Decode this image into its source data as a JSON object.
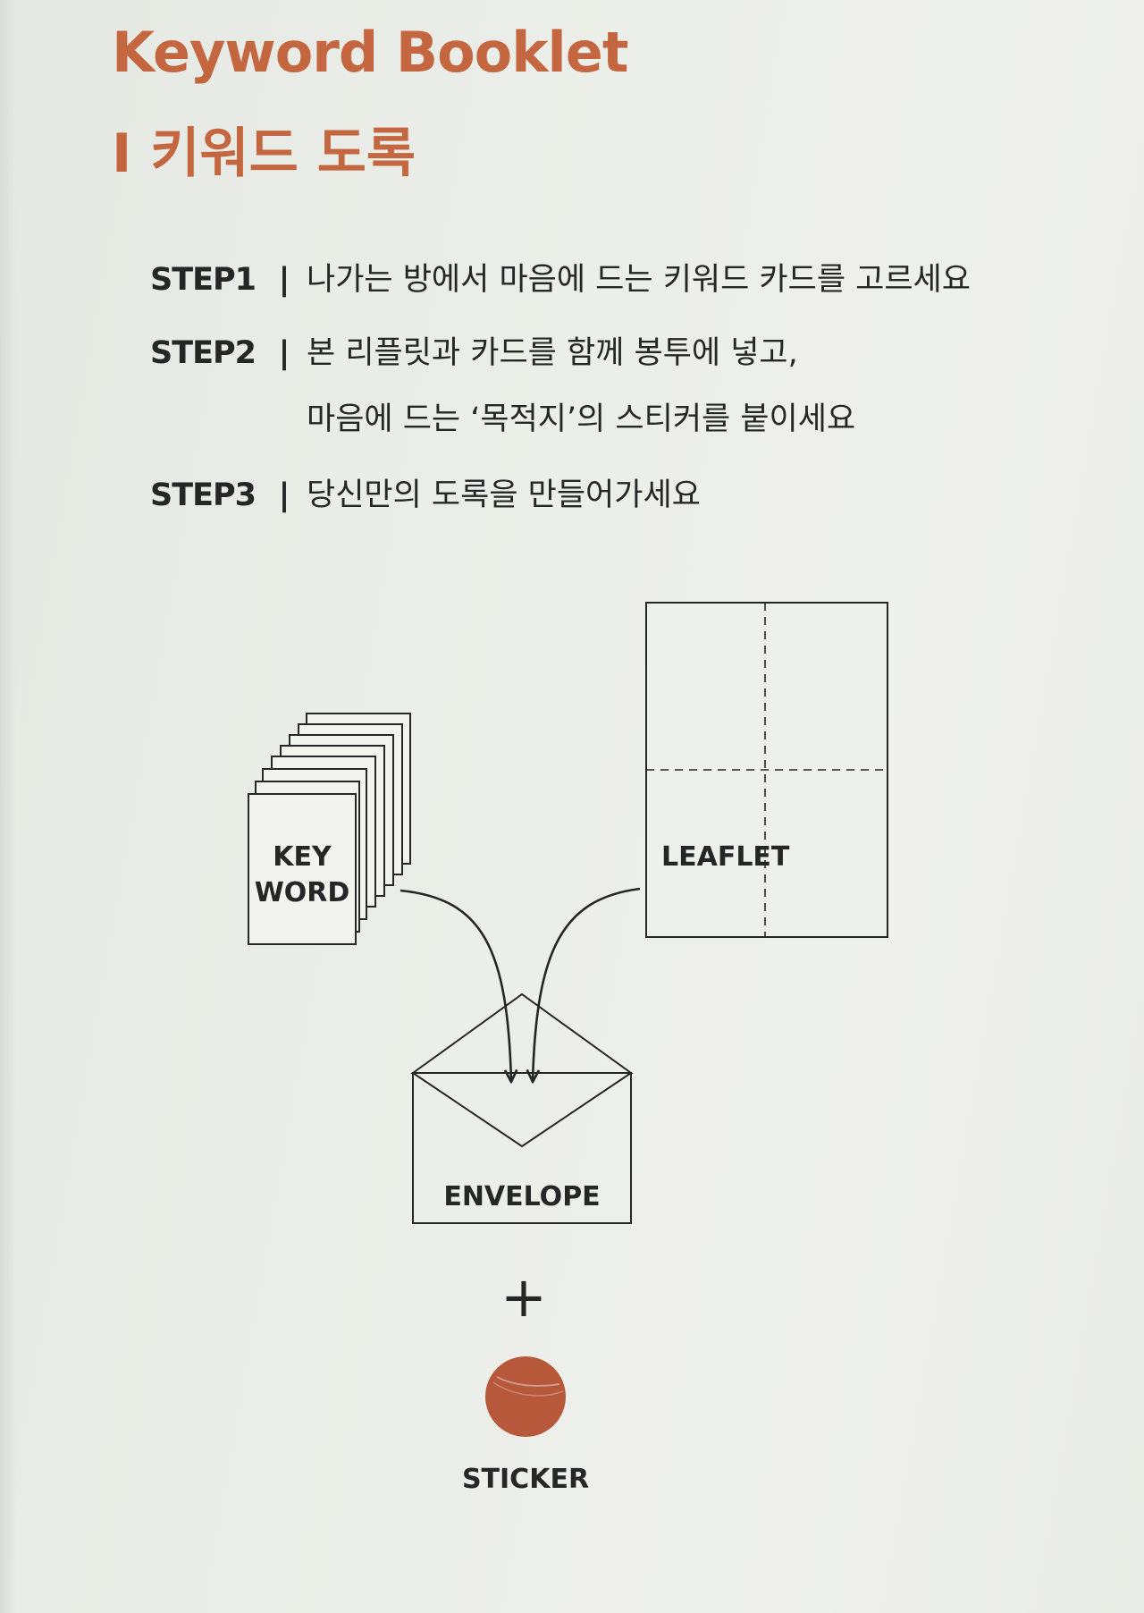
{
  "header": {
    "title": "Keyword  Booklet",
    "subtitle": "I 키워드 도록"
  },
  "steps": [
    {
      "label": "STEP1",
      "separator": "|",
      "text": "나가는 방에서 마음에 드는 키워드 카드를 고르세요"
    },
    {
      "label": "STEP2",
      "separator": "|",
      "text": "본 리플릿과 카드를 함께 봉투에 넣고,",
      "continuation": "마음에 드는 ‘목적지’의 스티커를 붙이세요"
    },
    {
      "label": "STEP3",
      "separator": "|",
      "text": "당신만의 도록을 만들어가세요"
    }
  ],
  "diagram": {
    "cards_label_line1": "KEY",
    "cards_label_line2": "WORD",
    "leaflet_label": "LEAFLET",
    "envelope_label": "ENVELOPE",
    "plus_symbol": "+",
    "sticker_label": "STICKER"
  },
  "colors": {
    "accent": "#c4663f",
    "sticker": "#b8583a",
    "ink": "#262626",
    "paper": "#eceee9"
  }
}
